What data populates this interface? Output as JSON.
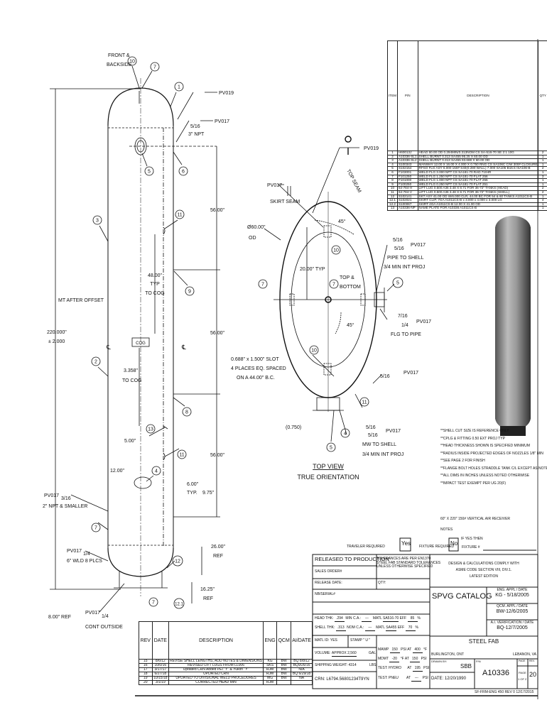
{
  "bom": {
    "headers": [
      "ITEM",
      "P/N",
      "DESCRIPTION",
      "QTY"
    ],
    "rows": [
      [
        "1",
        "H60013J",
        "HEAD 60.00 OD 0.294MIN/0.313NOM CS SA-516-70 SE 2:1 10G",
        "2"
      ],
      [
        "2",
        "A10336-SL1",
        "SHELL BURNT 0.313 SA455 95.25 X 60.00 OD",
        "1"
      ],
      [
        "3",
        "A10336-SL2",
        "SHELL BURNT 0.313 SA455 93.688 X 60.00 OD",
        "1"
      ],
      [
        "4",
        "S100343",
        "MANWAY 12.00 X 16.00 X 4.000 X 0.750 RNG CS SA106C C/W 300# CLOSURE",
        "1"
      ],
      [
        "5",
        "S102154",
        "RFSO FLG ASY 6.000 150# S40(0.280 WALL) 7.000 SA105 B16.5 /SA106-B",
        "2"
      ],
      [
        "6",
        "F103001",
        "WELD FLG 3.000 NPT CS SA181-70 RAD 7104R",
        "1"
      ],
      [
        "7",
        "F101250",
        "WELD FLG 1.250 NPT CS SA181-70 FLAT 256",
        "3"
      ],
      [
        "8",
        "F101000",
        "WELD FLG 1.000 NPT CS SA181-70 FLAT 255",
        "1"
      ],
      [
        "9",
        "F100250",
        "WELD FLG 0.250 NPT CS SA181-70 FLAT 251",
        "1"
      ],
      [
        "10",
        "64-784-H",
        "LIFT LUG 0.500 A36 3.48 X 8.71 FOR 36-72\" TANKS (HEAD)",
        "2"
      ],
      [
        "11",
        "64-784-V",
        "LIFT LUG 0.500 A36 3.48 X 8.71 FOR 36-72\" TANKS (SHELL)",
        "2"
      ],
      [
        "12",
        "S102141",
        "SKT ASY 41.00 OD W/6.000 CLR, 44.00 BC FOR 54 & 60 TANKS A1011CS-B",
        "1"
      ],
      [
        "12.1",
        "S102021",
        "SKIRT CLIP, 7GA A1011CS-B x 3.000 x 4.000 x 3.000 LG",
        "4"
      ],
      [
        "12.2",
        "S100067",
        "SKIRT 4GA A1011CS-B 12.00 X 41.00 OD",
        "1"
      ],
      [
        "13",
        "A10336-NP",
        "NAME PLATE FOR A10336 A1011CS-B",
        "1"
      ]
    ]
  },
  "side_view": {
    "front_1": "FRONT &",
    "front_2": "BACKSIDE",
    "b10": "10",
    "b7a": "7",
    "b1": "1",
    "b3": "3",
    "b11a": "11",
    "b5": "5",
    "b6": "6",
    "b9": "9",
    "b2": "2",
    "b8": "8",
    "b13": "13",
    "b11b": "11",
    "b4": "4",
    "b7b": "7",
    "b12": "12",
    "b7c": "7",
    "b121": "12.1",
    "pv019": "PV019",
    "pv017a": "PV017",
    "w516": "5/16",
    "npt3": "3\" NPT",
    "d56a": "56.00\"",
    "d56b": "56.00\"",
    "d56c": "56.00\"",
    "d48": "48.00\"",
    "typ": "TYP",
    "tocog1": "TO COG",
    "mt_offset": "MT AFTER OFFSET",
    "d220": "220.000\"",
    "tol220": "± 2.000",
    "cog": "COG",
    "d3358": "3.358\"",
    "tocog2": "TO COG",
    "d5": "5.00\"",
    "d12": "12.00\"",
    "d6": "6.00\"",
    "typ2": "TYP.",
    "d975": "9.75\"",
    "pv017b": "PV017",
    "w316": "3/16",
    "npt2": "2\" NPT & SMALLER",
    "pv017c": "PV017",
    "w14a": "1/4",
    "wld8": "6\" WLD 8 PLCS",
    "d26": "26.00\"",
    "ref1": "REF",
    "d1625": "16.25\"",
    "ref2": "REF",
    "d8": "8.00\" REF",
    "pv017d": "PV017",
    "w14b": "1/4",
    "cont": "CONT OUTSIDE",
    "cl1": "℄",
    "cl2": "℄"
  },
  "top_view": {
    "pv019": "PV019",
    "top_seam": "TOP SEAM",
    "pv017a": "PV017",
    "skirt_seam": "SKIRT SEAM",
    "od1": "Ø60.00\"",
    "od2": "OD",
    "ang1": "45°",
    "b10a": "10",
    "d20": "20.00\" TYP",
    "b7a": "7",
    "b7b": "7",
    "topbot1": "TOP &",
    "topbot2": "BOTTOM",
    "b5a": "5",
    "w516a": "5/16",
    "w516b": "5/16",
    "pv017b": "PV017",
    "pipe1": "PIPE TO SHELL",
    "proj1": "3/4 MIN INT PROJ",
    "ang2": "45°",
    "w716": "7/16",
    "w14": "1/4",
    "pv017c": "PV017",
    "flg": "FLG TO PIPE",
    "b10b": "10",
    "slot1": "0.688\" x 1.500\" SLOT",
    "slot2": "4 PLACES EQ. SPACED",
    "slot3": "ON A 44.00\" B.C.",
    "w516c": "5/16",
    "pv017d": "PV017",
    "b11": "11",
    "d750": "(0.750)",
    "w516d": "5/16",
    "w516e": "5/16",
    "pv017e": "PV017",
    "mw1": "MW TO SHELL",
    "proj2": "3/4 MIN INT PROJ",
    "b4": "4",
    "b5b": "5",
    "title1": "TOP VIEW",
    "title2": "TRUE ORIENTATION"
  },
  "notes": {
    "lines": [
      "**SHELL CUT SIZE IS REFERENCE ONLY",
      "**CPLG & FITTING 0.50 EXT PROJ TYP",
      "**HEAD THICKNESS SHOWN IS SPECIFIED MINIMUM",
      "**RADIUS INSIDE PROJECTED EDGES OF NOZZLES 1/8\" MIN",
      "**SEE PAGE 2 FOR FINISH",
      "**FLANGE BOLT HOLES STRADDLE TANK C/L EXCEPT AS NOTED",
      "**ALL DIMS IN INCHES UNLESS NOTED OTHERWISE",
      "**IMPACT TEST EXEMPT PER UG 20(F)"
    ],
    "description": "60\" X 220\" 150# VERTICAL AIR RECEIVER",
    "label": "NOTES"
  },
  "revisions": {
    "headers": [
      "REV",
      "DATE",
      "DESCRIPTION",
      "ENG",
      "QCM",
      "AI/DATE"
    ],
    "rows": [
      [
        "15",
        "8/6/12",
        "REVISE SHELL LENGTHS, ADD NOTES & DIMENSIONS",
        "KG",
        "BW",
        "BQ 8/8/12"
      ],
      [
        "16",
        "10/0/16",
        "REVISED LIFT LUGS FROM LL006",
        "SKS",
        "BW",
        "BQ9/26/16"
      ],
      [
        "17",
        "3/17/17",
        "Updated CRN Added PEI \"Y\" & Yukon \"Y\"",
        "RJM",
        "BW",
        "N/A"
      ],
      [
        "18",
        "6/27/18",
        "UPDATED CRN",
        "RJM",
        "BW",
        "BQ 6/29/18"
      ],
      [
        "19",
        "10/15/18",
        "UPDATED TO DIVISIONAL WELD PROCEDURES",
        "MG",
        "BW",
        "NA"
      ],
      [
        "20",
        "3/1/19",
        "CORRECTED HEAD MIN",
        "RJM",
        "",
        ""
      ]
    ]
  },
  "title_block": {
    "traveler_label": "TRAVELER REQUIRED",
    "traveler_value": "Yes",
    "fixture_label": "FIXTURE REQUIRED",
    "fixture_value": "No",
    "fixture_num_1": "IF YES THEN",
    "fixture_num_2": "FIXTURE #",
    "released": "RELEASED TO PRODUCTION",
    "sales_order": "SALES ORDER#",
    "tol_1": "TOLERANCES ARE PER EN1370",
    "tol_2": "STEEL FAB STANDARD TOLERANCES",
    "tol_3": "UNLESS OTHERWISE SPECIFIED",
    "design_1": "DESIGN & CALCULATIONS COMPLY WITH",
    "design_2": "ASME CODE SECTION VIII, DIV.1.",
    "design_3": "LATEST EDITION",
    "release_date": "RELEASE DATE:",
    "qty": "QTY:",
    "serial": "NB/SERIAL#",
    "catalog": "SPVG CATALOG",
    "eng_appl_label": "ENG. APPL / DATE",
    "eng_appl": "KG - 5/18/2005",
    "qcm_appl_label": "QCM. APPL / DATE",
    "qcm_appl": "BW-12/6/2005",
    "ai_label": "A.I. VERIFICATION / DATE",
    "ai": "BQ-12/7/2005",
    "head_thk_label": "HEAD THK:",
    "head_thk": ".294",
    "head_min": "MIN",
    "ca_label": "C.A.:",
    "head_ca": "---",
    "matl_label": "MATL",
    "head_matl": "SA516-70",
    "eff_label": "EFF",
    "head_eff": "85",
    "pct": "%",
    "shell_thk_label": "SHELL THK:",
    "shell_thk": ".313",
    "shell_nom": "NOM",
    "shell_ca": "---",
    "shell_matl": "SA455",
    "shell_eff": "70",
    "matl_id": "MATL ID: YES",
    "stamp": "STAMP \" U \"",
    "volume_label": "VOLUME:",
    "volume": "APPROX 2,560",
    "gal": "GAL",
    "weight_label": "SHIPPING WEIGHT:",
    "weight": "4314",
    "lbs": "LBS",
    "crn": "CRN: L6794.56801234T9YN",
    "mawp_label": "MAWP",
    "mawp": "150",
    "psi": "PSI",
    "at": "AT",
    "mawp_temp": "400",
    "degf": "°F",
    "mdmt_label": "MDMT",
    "mdmt": "-20",
    "mdmt_psi": "150",
    "hydro_label": "TEST: HYDRO",
    "hydro": "195",
    "pneu_label": "TEST: PNEU",
    "pneu": "---",
    "company": "STEEL FAB",
    "loc_left": "BURLINGTON, ONT",
    "loc_right": "LEBANON, VA",
    "drawn_label": "DRAWN BY:",
    "drawn": "SBB",
    "date_label": "DATE:",
    "date": "12/20/1990",
    "pn_label": "P/N",
    "pn": "A10336",
    "page_label": "PAGE",
    "page": "PAGE",
    "page_of": "1 OF 2",
    "rev_label": "REV.",
    "rev": "20",
    "form_ref": "SF-FRM-ENG 450 REV 0 12/17/2015"
  }
}
